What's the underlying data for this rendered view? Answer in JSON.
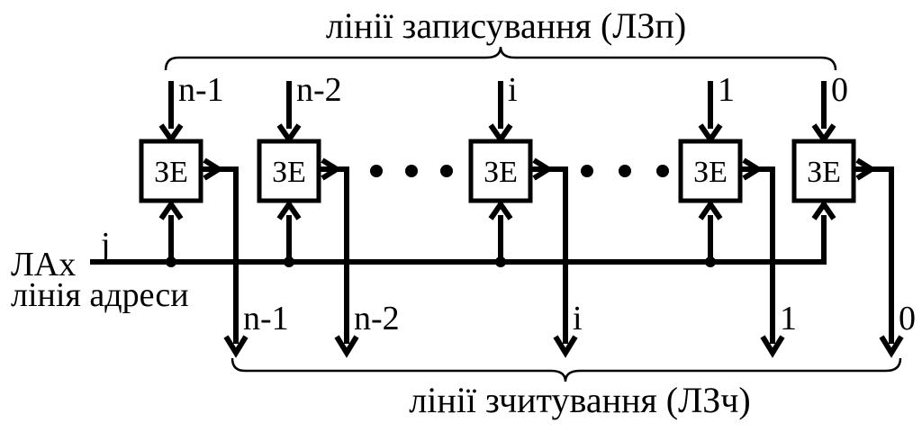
{
  "top_brace_label": "лінії записування (ЛЗп)",
  "bottom_brace_label": "лінії зчитування (ЛЗч)",
  "address_line": {
    "name": "ЛАх",
    "index": "j",
    "caption": "лінія адреси"
  },
  "cells": [
    {
      "label": "ЗЕ",
      "write_index": "n-1",
      "read_index": "n-1"
    },
    {
      "label": "ЗЕ",
      "write_index": "n-2",
      "read_index": "n-2"
    },
    {
      "label": "ЗЕ",
      "write_index": "i",
      "read_index": "i"
    },
    {
      "label": "ЗЕ",
      "write_index": "1",
      "read_index": "1"
    },
    {
      "label": "ЗЕ",
      "write_index": "0",
      "read_index": "0"
    }
  ],
  "ellipsis_groups": 2
}
